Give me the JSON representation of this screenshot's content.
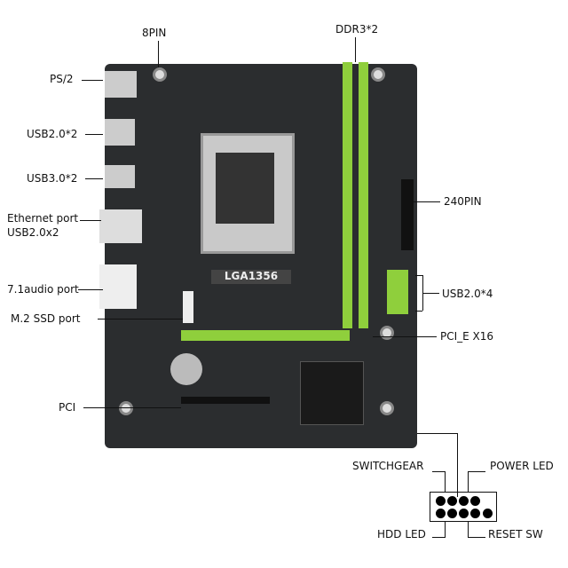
{
  "labels": {
    "pin8": "8PIN",
    "ddr3": "DDR3*2",
    "ps2": "PS/2",
    "usb20x2": "USB2.0*2",
    "usb30x2": "USB3.0*2",
    "ethernet": "Ethernet port",
    "ethernet_usb": "USB2.0x2",
    "pin240": "240PIN",
    "audio": "7.1audio port",
    "usb20x4": "USB2.0*4",
    "m2": "M.2 SSD port",
    "pcie": "PCI_E X16",
    "pci": "PCI",
    "socket": "LGA1356"
  },
  "front_panel": {
    "switchgear": "SWITCHGEAR",
    "power_led": "POWER LED",
    "hdd_led": "HDD LED",
    "reset_sw": "RESET SW"
  },
  "colors": {
    "board": "#2b2d2f",
    "slot_green": "#8fcf3c",
    "background": "#ffffff"
  }
}
